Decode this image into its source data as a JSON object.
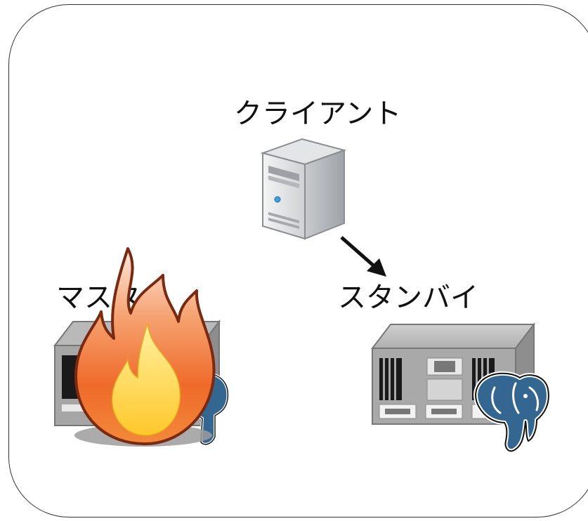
{
  "diagram": {
    "client": {
      "label": "クライアント",
      "icon": "tower-server-icon"
    },
    "master": {
      "label": "マスタ",
      "icon": "rack-server-icon",
      "status": "on-fire",
      "db_icon": "postgresql-elephant-icon"
    },
    "standby": {
      "label": "スタンバイ",
      "icon": "rack-server-icon",
      "db_icon": "postgresql-elephant-icon"
    },
    "connection": {
      "from": "client",
      "to": "standby",
      "arrow_color": "#111111"
    },
    "colors": {
      "server_gray": "#8c8c8c",
      "elephant_blue": "#336791",
      "flame_orange": "#f07a1e",
      "flame_yellow": "#ffd93a"
    }
  }
}
